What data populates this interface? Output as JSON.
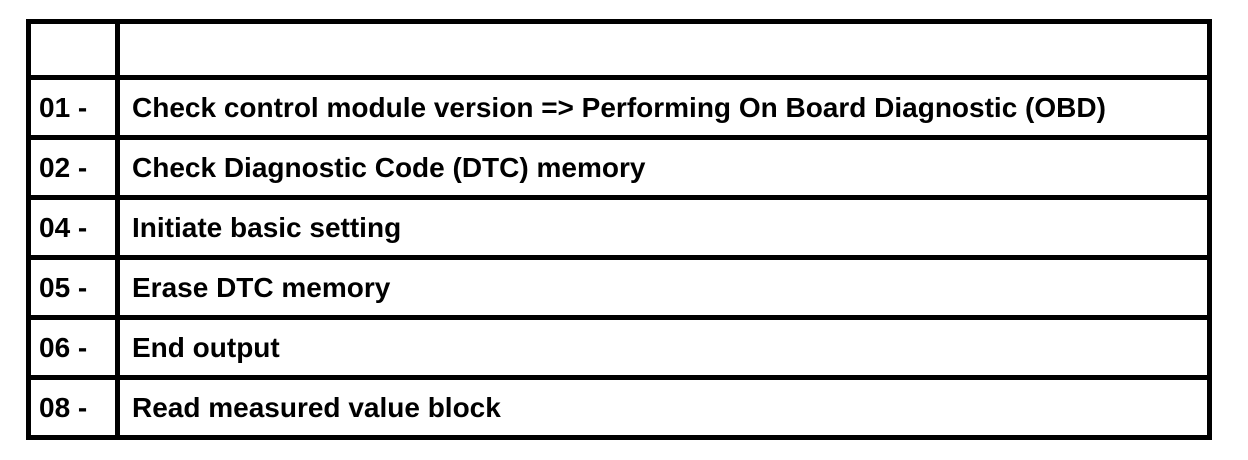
{
  "table": {
    "name": "diagnostic-functions-table",
    "colors": {
      "border": "#000000",
      "background": "#ffffff",
      "text": "#000000"
    },
    "header": {
      "code": "",
      "description": ""
    },
    "rows": [
      {
        "code": "01 -",
        "description": "Check control module version => Performing On Board Diagnostic (OBD)"
      },
      {
        "code": "02 -",
        "description": "Check Diagnostic Code (DTC) memory"
      },
      {
        "code": "04 -",
        "description": "Initiate basic setting"
      },
      {
        "code": "05 -",
        "description": "Erase DTC memory"
      },
      {
        "code": "06 -",
        "description": "End output"
      },
      {
        "code": "08 -",
        "description": "Read measured value block"
      }
    ]
  }
}
